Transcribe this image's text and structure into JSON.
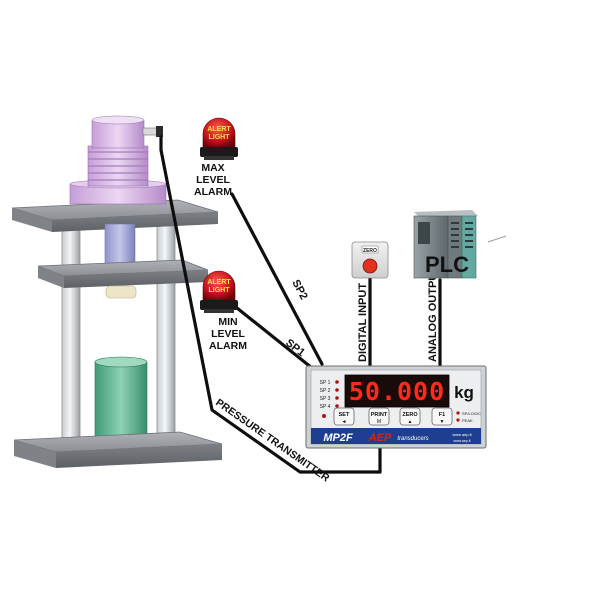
{
  "alarms": {
    "max": {
      "light_text_1": "ALERT",
      "light_text_2": "LIGHT",
      "label_1": "MAX",
      "label_2": "LEVEL",
      "label_3": "ALARM"
    },
    "min": {
      "light_text_1": "ALERT",
      "light_text_2": "LIGHT",
      "label_1": "MIN",
      "label_2": "LEVEL",
      "label_3": "ALARM"
    }
  },
  "wires": {
    "sp1": "SP1",
    "sp2": "SP2",
    "pressure": "PRESSURE TRANSMITTER",
    "digital_input": "DIGITAL INPUT",
    "analog_output": "ANALOG OUTPUT"
  },
  "zero_box": {
    "label": "ZERO"
  },
  "plc": {
    "label": "PLC"
  },
  "indicator": {
    "reading": "50.000",
    "unit": "kg",
    "sp_labels": [
      "SP 1",
      "SP 2",
      "SP 3",
      "SP 4"
    ],
    "buttons": [
      "SET",
      "PRINT",
      "ZERO",
      "F1"
    ],
    "button_symbols": [
      "◄",
      "M",
      "▲",
      "▼"
    ],
    "small_right_1": "SP/LOGIC",
    "small_right_2": "PEAK",
    "model": "MP2F",
    "brand": "AEP",
    "brand_sub": "transducers",
    "url": "www.aep.it",
    "url_sub": "www.aep.it"
  },
  "colors": {
    "display_bg": "#1a0b0b",
    "digits": "#ff2a1a",
    "alert_red": "#c8141e",
    "press_purple": "#d9b7e6",
    "sample_green": "#5fb392",
    "brand_red": "#d2231e"
  }
}
